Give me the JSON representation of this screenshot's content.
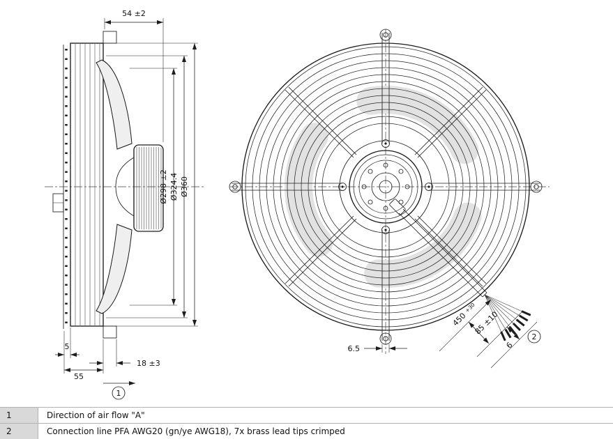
{
  "side_view": {
    "dims": {
      "depth": "54 ±2",
      "dia_fan": "Ø298 ±2",
      "dia_bolt": "Ø324.4",
      "dia_outer": "Ø360",
      "plate": "5",
      "total_depth": "55",
      "flange": "18 ±3"
    },
    "callout": "1"
  },
  "front_view": {
    "dims": {
      "bar_width": "6.5",
      "cable_length": "450",
      "cable_tol": "+30",
      "strip_length": "85 ±10",
      "tip_length": "6"
    },
    "callout": "2"
  },
  "legend": {
    "rows": [
      {
        "num": "1",
        "desc": "Direction of air flow \"A\""
      },
      {
        "num": "2",
        "desc": "Connection line PFA AWG20 (gn/ye AWG18), 7x brass lead tips crimped"
      }
    ]
  }
}
